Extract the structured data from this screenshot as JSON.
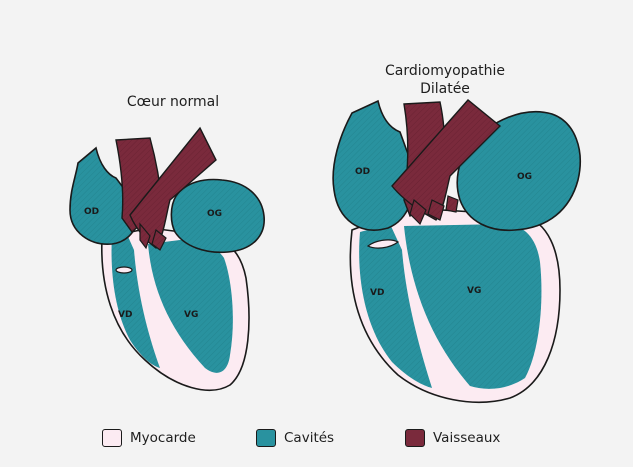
{
  "titles": {
    "normal": "Cœur normal",
    "dilated_line1": "Cardiomyopathie",
    "dilated_line2": "Dilatée"
  },
  "labels": {
    "od": "OD",
    "og": "OG",
    "vd": "VD",
    "vg": "VG"
  },
  "legend": [
    {
      "label": "Myocarde",
      "color": "#fcebf2"
    },
    {
      "label": "Cavités",
      "color": "#29929f"
    },
    {
      "label": "Vaisseaux",
      "color": "#7a2a3c"
    }
  ],
  "colors": {
    "myocarde": "#fcebf2",
    "cavites": "#29929f",
    "vaisseaux": "#7a2a3c",
    "outline": "#1a1a1a",
    "background": "#f3f3f3"
  }
}
